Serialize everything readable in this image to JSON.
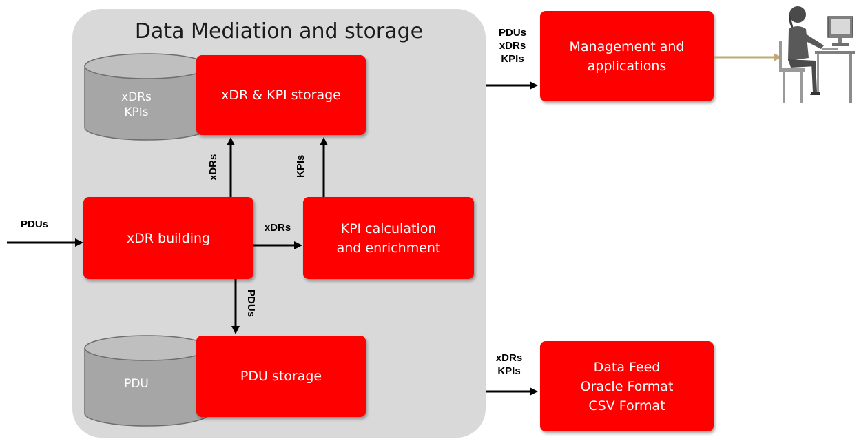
{
  "diagram": {
    "title": "Data Mediation and storage",
    "boxes": {
      "xdr_kpi_storage": "xDR & KPI storage",
      "xdr_building": "xDR building",
      "kpi_calculation": "KPI calculation\nand enrichment",
      "pdu_storage": "PDU storage",
      "management": "Management and\napplications",
      "data_feed": "Data Feed\nOracle Format\nCSV Format"
    },
    "cylinders": {
      "top": "xDRs\nKPIs",
      "bottom": "PDU"
    },
    "arrow_labels": {
      "input": "PDUs",
      "building_to_storage": "xDRs",
      "kpi_to_storage": "KPIs",
      "building_to_kpi": "xDRs",
      "building_to_pdu": "PDUs",
      "to_management": "PDUs\nxDRs\nKPIs",
      "to_data_feed": "xDRs\nKPIs"
    },
    "colors": {
      "box": "#ff0000",
      "panel": "#d9d9d9",
      "cylinder": "#a6a6a6",
      "user_arrow": "#bfa97a"
    }
  }
}
